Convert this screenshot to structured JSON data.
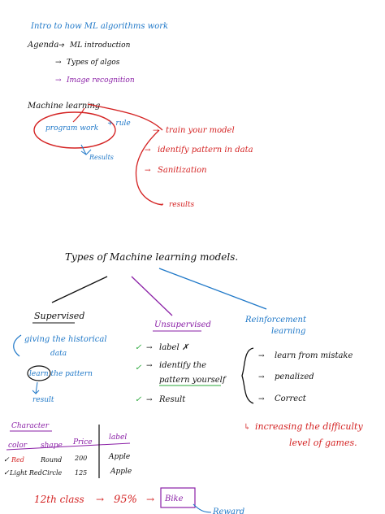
{
  "colors": {
    "blue": "#1f78c8",
    "black": "#111111",
    "purple": "#8a1fa6",
    "red": "#d42323",
    "green": "#2aa83a"
  },
  "intro": {
    "title": "Intro to how ML algorithms work",
    "agenda_label": "Agenda :",
    "agenda_items": [
      "ML introduction",
      "Types of algos",
      "Image recognition"
    ]
  },
  "ml": {
    "heading": "Machine learning",
    "program": "program work",
    "rules": "+ rule",
    "results": "Results",
    "steps": [
      "train your model",
      "identify pattern in data",
      "Sanitization"
    ],
    "results2": "results"
  },
  "types": {
    "title": "Types of Machine learning models.",
    "supervised": "Supervised",
    "historical_1": "giving the historical",
    "historical_2": "data",
    "learn_pattern": "learn the pattern",
    "result": "result",
    "unsupervised": "Unsupervised",
    "unsup_items": [
      "label ✗",
      "identify the",
      "pattern yourself",
      "Result"
    ],
    "reinforcement_1": "Reinforcement",
    "reinforcement_2": "learning",
    "reinf_items": [
      "learn from mistake",
      "penalized",
      "Correct"
    ],
    "increasing_1": "increasing the difficulty",
    "increasing_2": "level of games."
  },
  "table": {
    "heading": "Character",
    "headers": [
      "color",
      "shape",
      "Price",
      "label"
    ],
    "rows": [
      [
        "Red",
        "Round",
        "200",
        "Apple"
      ],
      [
        "Light Red",
        "Circle",
        "125",
        "Apple"
      ]
    ]
  },
  "bottom": {
    "class": "12th class",
    "arrow": "→",
    "percent": "95%",
    "bike": "Bike",
    "reward": "Reward"
  }
}
